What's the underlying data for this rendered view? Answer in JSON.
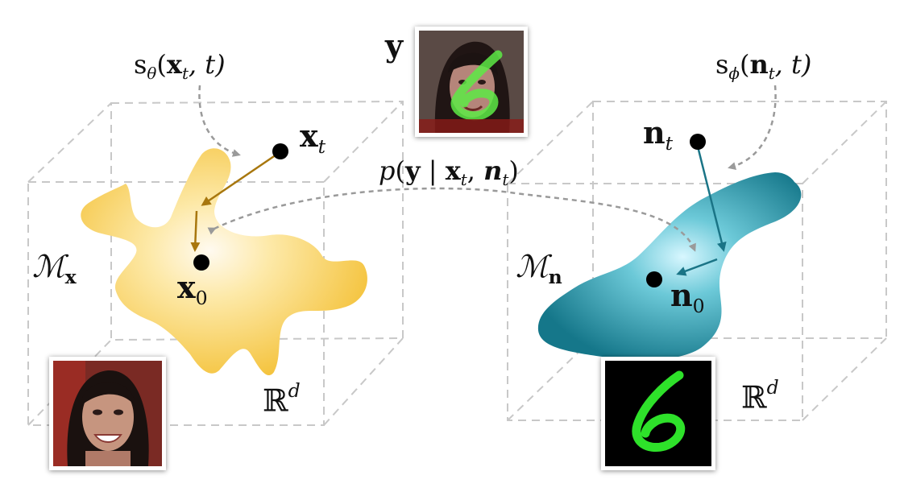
{
  "labels": {
    "score_x": {
      "s": "s",
      "theta": "θ",
      "open": "(",
      "x": "x",
      "t_sub": "t",
      "rest": ", t)"
    },
    "score_n": {
      "s": "s",
      "phi": "ϕ",
      "open": "(",
      "n": "n",
      "t_sub": "t",
      "rest": ", t)"
    },
    "likelihood": {
      "p": "p",
      "open": "(",
      "y": "y",
      "bar": " | ",
      "x": "x",
      "x_sub": "t",
      "comma": ", ",
      "n": "n",
      "n_sub": "t",
      "close": ")"
    },
    "y": "y",
    "x_t": {
      "base": "x",
      "sub": "t"
    },
    "x_0": {
      "base": "x",
      "sub": "0"
    },
    "n_t": {
      "base": "n",
      "sub": "t"
    },
    "n_0": {
      "base": "n",
      "sub": "0"
    },
    "manifold_x": {
      "base": "ℳ",
      "sub": "x"
    },
    "manifold_n": {
      "base": "ℳ",
      "sub": "n"
    },
    "space_left": {
      "base": "ℝ",
      "sup": "d"
    },
    "space_right": {
      "base": "ℝ",
      "sup": "d"
    }
  },
  "images": {
    "observation": "noisy face with green stroke overlay",
    "clean_face": "clean face portrait",
    "noise_digit": "green handwritten digit 6 on black"
  },
  "colors": {
    "manifold_x": "#f6c94a",
    "manifold_n": "#1f8fa3",
    "arrow_x": "#a8770e",
    "arrow_n": "#1a7486",
    "dashed": "#9a9a9a",
    "box": "#c8c8c8"
  }
}
